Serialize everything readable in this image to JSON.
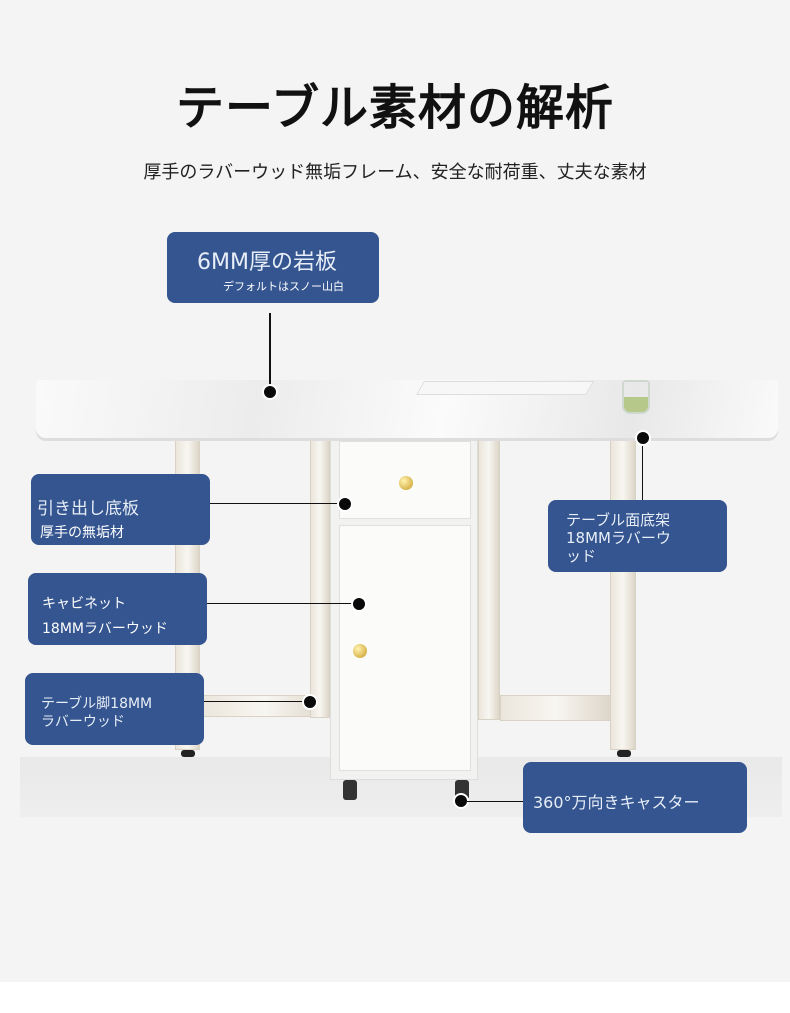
{
  "header": {
    "title": "テーブル素材の解析",
    "subtitle": "厚手のラバーウッド無垢フレーム、安全な耐荷重、丈夫な素材"
  },
  "callouts": {
    "top": {
      "title": "6MM厚の岩板",
      "note": "デフォルトはスノー山白"
    },
    "drawer": {
      "title": "引き出し底板",
      "note": "厚手の無垢材"
    },
    "cabinet": {
      "title": "キャビネット",
      "note": "18MMラバーウッド"
    },
    "leg": {
      "text": "テーブル脚18MMラバーウッド"
    },
    "frame": {
      "text": "テーブル面底架18MMラバーウッド"
    },
    "caster": {
      "text": "360°万向きキャスター"
    }
  },
  "colors": {
    "callout": "#34558f",
    "background": "#f4f4f4"
  }
}
